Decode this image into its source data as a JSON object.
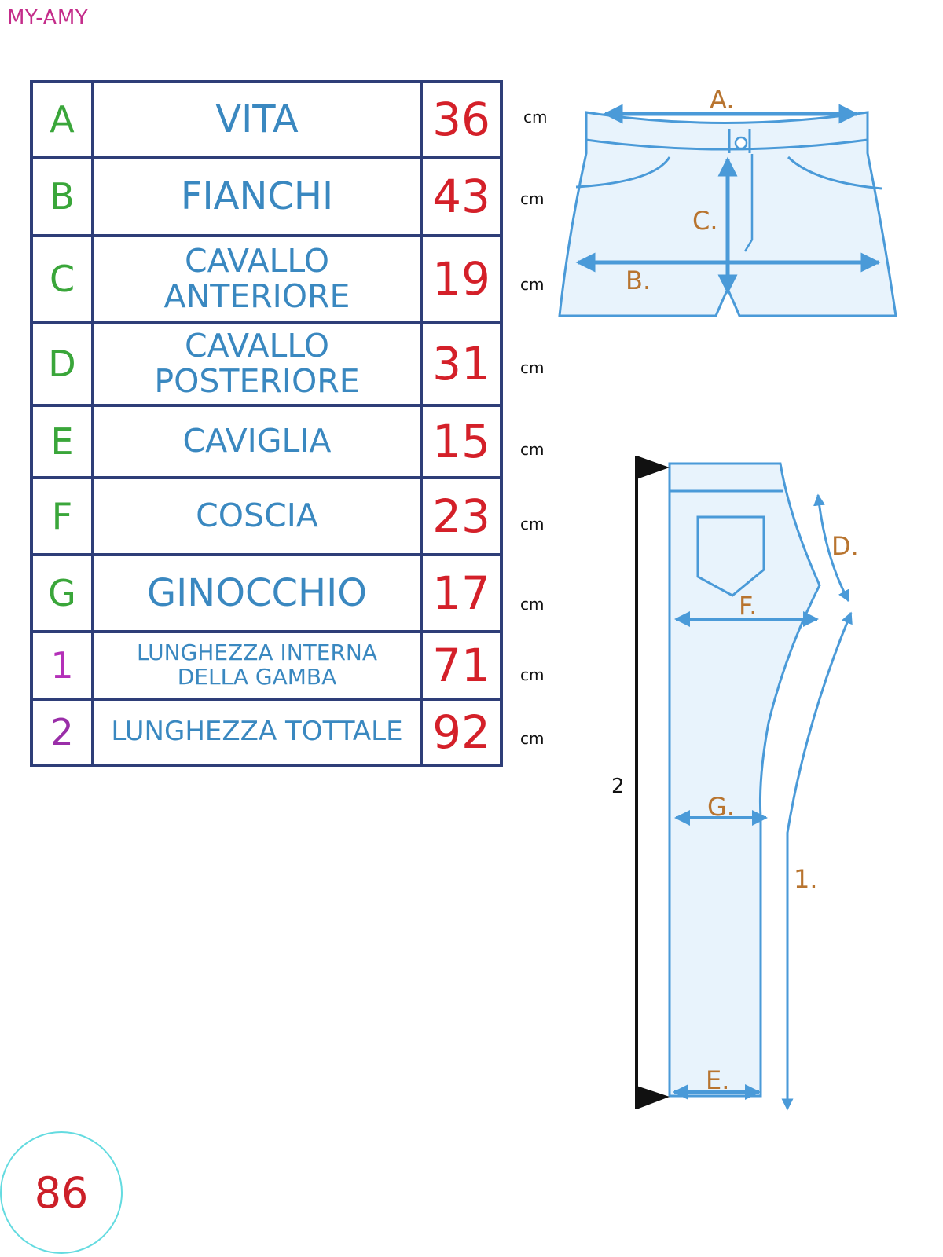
{
  "brand": "MY-AMY",
  "size_badge": "86",
  "rows": [
    {
      "letter": "A",
      "name": [
        "VITA"
      ],
      "value": "36",
      "unit": "cm"
    },
    {
      "letter": "B",
      "name": [
        "FIANCHI"
      ],
      "value": "43",
      "unit": "cm"
    },
    {
      "letter": "C",
      "name": [
        "CAVALLO",
        "ANTERIORE"
      ],
      "value": "19",
      "unit": "cm"
    },
    {
      "letter": "D",
      "name": [
        "CAVALLO",
        "POSTERIORE"
      ],
      "value": "31",
      "unit": "cm"
    },
    {
      "letter": "E",
      "name": [
        "CAVIGLIA"
      ],
      "value": "15",
      "unit": "cm"
    },
    {
      "letter": "F",
      "name": [
        "COSCIA"
      ],
      "value": "23",
      "unit": "cm"
    },
    {
      "letter": "G",
      "name": [
        "GINOCCHIO"
      ],
      "value": "17",
      "unit": "cm"
    },
    {
      "letter": "1",
      "name": [
        "LUNGHEZZA INTERNA",
        "DELLA GAMBA"
      ],
      "value": "71",
      "unit": "cm"
    },
    {
      "letter": "2",
      "name": [
        "LUNGHEZZA TOTTALE"
      ],
      "value": "92",
      "unit": "cm"
    }
  ],
  "diagram_labels": {
    "a": "A.",
    "b": "B.",
    "c": "C.",
    "d": "D.",
    "e": "E.",
    "f": "F.",
    "g": "G.",
    "inseam": "1.",
    "total": "2"
  },
  "colors": {
    "table_border": "#2e3e78",
    "name_text": "#3a88c0",
    "value_text": "#d42029",
    "letter_green": "#3aa63a",
    "letter_purple": "#9a2ea8",
    "garment_fill": "#e8f3fc",
    "garment_stroke": "#4a9ad8",
    "label_brown": "#b8742f"
  }
}
